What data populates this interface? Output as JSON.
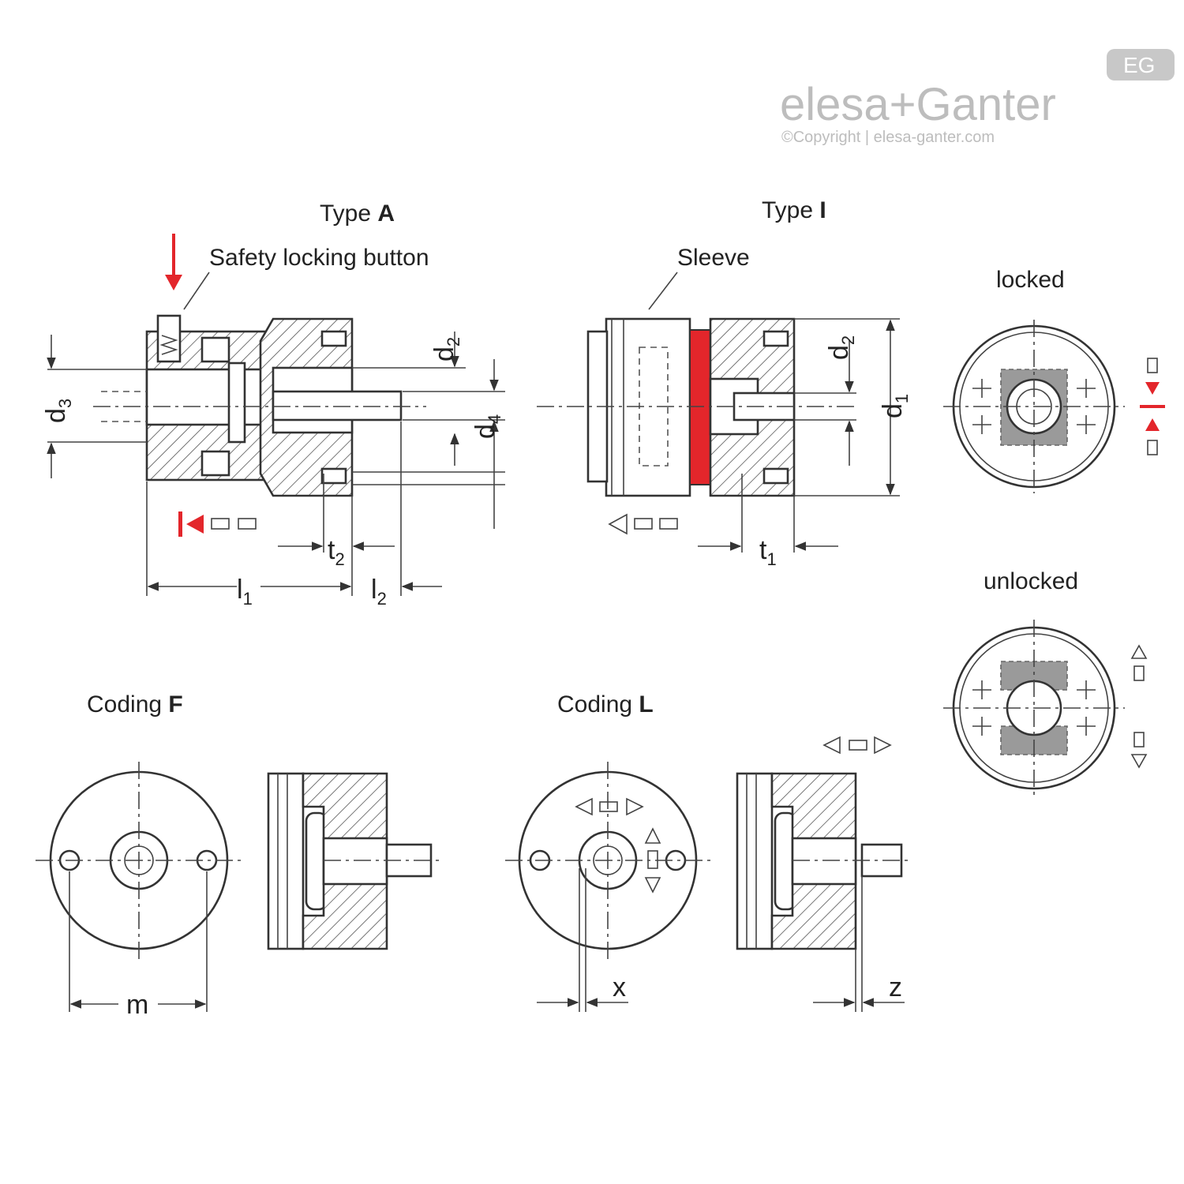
{
  "brand": {
    "name": "elesa+Ganter",
    "copyright": "©Copyright | elesa-ganter.com",
    "badge": "EG"
  },
  "views": {
    "type_a": {
      "prefix": "Type ",
      "code": "A"
    },
    "type_i": {
      "prefix": "Type ",
      "code": "I"
    },
    "locked": "locked",
    "unlocked": "unlocked",
    "coding_f": {
      "prefix": "Coding ",
      "code": "F"
    },
    "coding_l": {
      "prefix": "Coding ",
      "code": "L"
    }
  },
  "callouts": {
    "safety_button": "Safety locking button",
    "sleeve": "Sleeve"
  },
  "dimensions": {
    "d1": {
      "base": "d",
      "sub": "1"
    },
    "d2": {
      "base": "d",
      "sub": "2"
    },
    "d3": {
      "base": "d",
      "sub": "3"
    },
    "d4": {
      "base": "d",
      "sub": "4"
    },
    "l1": {
      "base": "l",
      "sub": "1"
    },
    "l2": {
      "base": "l",
      "sub": "2"
    },
    "t1": {
      "base": "t",
      "sub": "1"
    },
    "t2": {
      "base": "t",
      "sub": "2"
    },
    "m": "m",
    "x": "x",
    "z": "z"
  },
  "colors": {
    "highlight": "#e3262b",
    "line": "#333333",
    "logo": "#bdbdbd",
    "fill_gray": "#9a9a9a"
  }
}
